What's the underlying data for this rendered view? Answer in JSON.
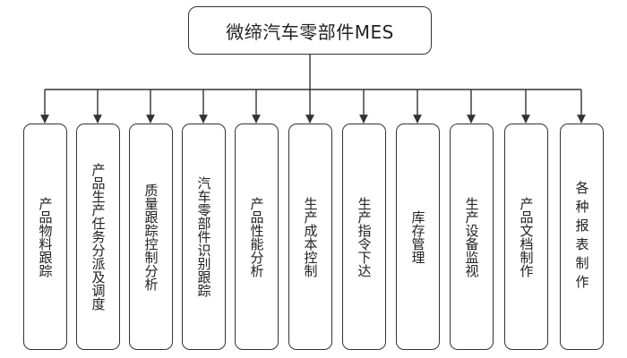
{
  "diagram": {
    "root": {
      "label": "微缔汽车零部件MES"
    },
    "modules": [
      {
        "id": "m1",
        "label": "产品物料跟踪"
      },
      {
        "id": "m2",
        "label": "产品生产任务分派及调度"
      },
      {
        "id": "m3",
        "label": "质量跟踪控制分析"
      },
      {
        "id": "m4",
        "label": "汽车零部件识别跟踪"
      },
      {
        "id": "m5",
        "label": "产品性能分析"
      },
      {
        "id": "m6",
        "label": "生产成本控制"
      },
      {
        "id": "m7",
        "label": "生产指令下达"
      },
      {
        "id": "m8",
        "label": "库存管理"
      },
      {
        "id": "m9",
        "label": "生产设备监视"
      },
      {
        "id": "m10",
        "label": "产品文档制作"
      },
      {
        "id": "m11",
        "label": "各种报表制作"
      }
    ],
    "edges": [
      {
        "from": "root",
        "to": "m1"
      },
      {
        "from": "root",
        "to": "m2"
      },
      {
        "from": "root",
        "to": "m3"
      },
      {
        "from": "root",
        "to": "m4"
      },
      {
        "from": "root",
        "to": "m5"
      },
      {
        "from": "root",
        "to": "m6"
      },
      {
        "from": "root",
        "to": "m7"
      },
      {
        "from": "root",
        "to": "m8"
      },
      {
        "from": "root",
        "to": "m9"
      },
      {
        "from": "root",
        "to": "m10"
      },
      {
        "from": "root",
        "to": "m11"
      }
    ]
  }
}
